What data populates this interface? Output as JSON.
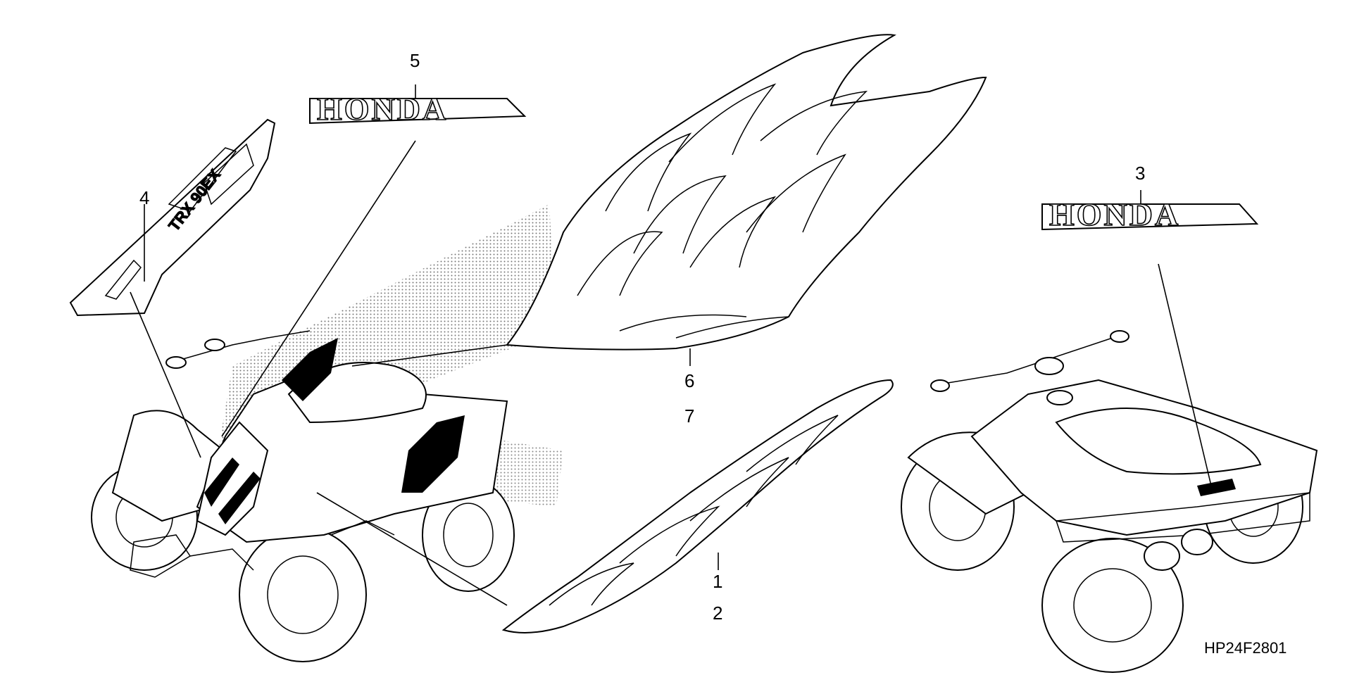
{
  "callouts": {
    "c1": "1",
    "c2": "2",
    "c3": "3",
    "c4": "4",
    "c5": "5",
    "c6": "6",
    "c7": "7"
  },
  "emblems": {
    "honda_top": "HONDA",
    "honda_right": "HONDA",
    "trx_stripe": "TRX 90EX"
  },
  "diagram_code": "HP24F2801"
}
